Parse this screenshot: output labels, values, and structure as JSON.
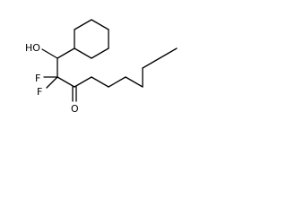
{
  "molecule": {
    "labels": {
      "hydroxyl": "HO",
      "fluorine_a": "F",
      "fluorine_b": "F",
      "carbonyl_oxygen": "O"
    }
  }
}
